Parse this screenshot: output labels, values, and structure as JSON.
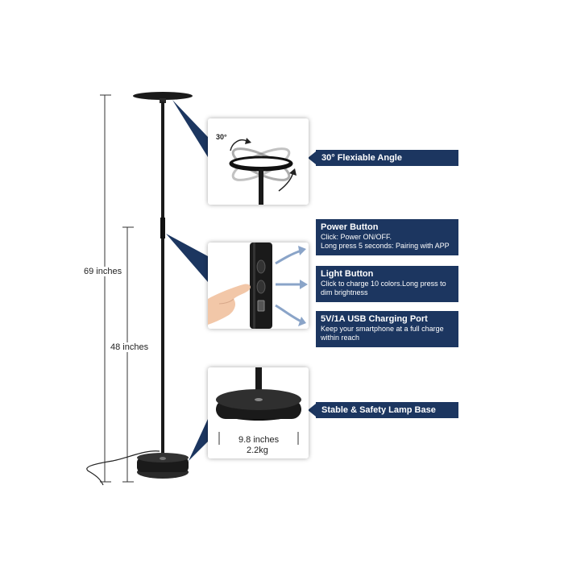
{
  "dimensions": {
    "total_height": "69 inches",
    "pole_height": "48 inches",
    "base_width": "9.8 inches",
    "base_weight": "2.2kg"
  },
  "angle_card": {
    "angle_value": "30°"
  },
  "labels": {
    "angle": {
      "title": "30° Flexiable Angle"
    },
    "power": {
      "title": "Power Button",
      "line1": "Click: Power ON/OFF.",
      "line2": "Long press 5 seconds: Pairing with APP"
    },
    "light": {
      "title": "Light Button",
      "line1": "Click to charge 10 colors.Long press to",
      "line2": "dim brightness"
    },
    "usb": {
      "title": "5V/1A USB Charging Port",
      "line1": "Keep your smartphone at a full charge",
      "line2": "within reach"
    },
    "base": {
      "title": "Stable & Safety Lamp Base"
    }
  },
  "colors": {
    "label_bg": "#1c3660",
    "lamp_black": "#1a1a1a"
  }
}
